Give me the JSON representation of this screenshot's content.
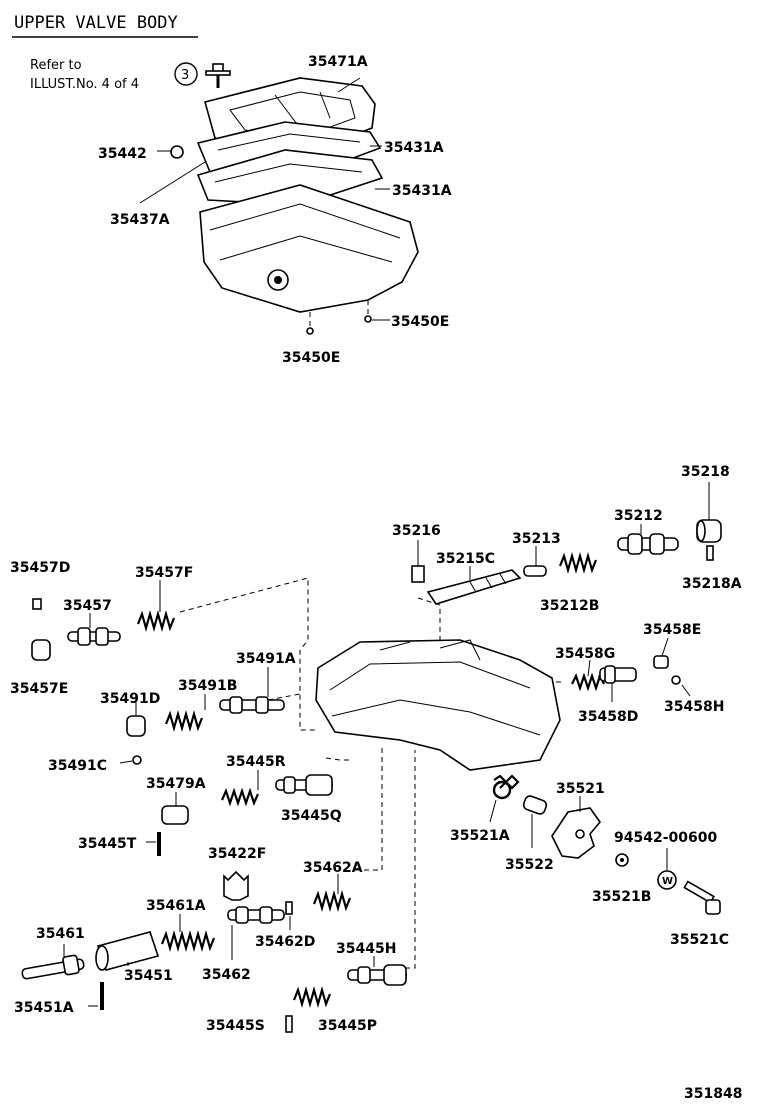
{
  "title": "UPPER VALVE BODY",
  "reference": {
    "line1": "Refer to",
    "line2": "ILLUST.No. 4 of 4",
    "circled_number": "3"
  },
  "figure_number": "351848",
  "labels": {
    "p35471A": "35471A",
    "p35442": "35442",
    "p35431A_1": "35431A",
    "p35431A_2": "35431A",
    "p35437A": "35437A",
    "p35450E_1": "35450E",
    "p35450E_2": "35450E",
    "p35218": "35218",
    "p35216": "35216",
    "p35213": "35213",
    "p35212": "35212",
    "p35215C": "35215C",
    "p35218A": "35218A",
    "p35212B": "35212B",
    "p35457D": "35457D",
    "p35457F": "35457F",
    "p35457": "35457",
    "p35457E": "35457E",
    "p35458E": "35458E",
    "p35458G": "35458G",
    "p35491A": "35491A",
    "p35491D": "35491D",
    "p35491B": "35491B",
    "p35458D": "35458D",
    "p35458H": "35458H",
    "p35491C": "35491C",
    "p35445R": "35445R",
    "p35479A": "35479A",
    "p35445Q": "35445Q",
    "p35521": "35521",
    "p35445T": "35445T",
    "p35521A": "35521A",
    "p94542_00600": "94542-00600",
    "p35522": "35522",
    "p35422F": "35422F",
    "p35462A": "35462A",
    "p35521B": "35521B",
    "p35461A": "35461A",
    "p35461": "35461",
    "p35462D": "35462D",
    "p35445H": "35445H",
    "p35521C": "35521C",
    "p35451": "35451",
    "p35462": "35462",
    "p35451A": "35451A",
    "p35445S": "35445S",
    "p35445P": "35445P"
  },
  "washer_mark": "W"
}
